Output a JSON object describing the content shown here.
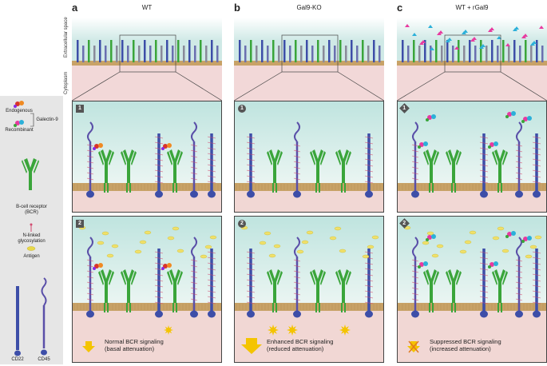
{
  "panels": [
    {
      "letter": "a",
      "title": "WT",
      "step1": "1",
      "step2": "2",
      "caption_line1": "Normal BCR signaling",
      "caption_line2": "(basal attenuation)"
    },
    {
      "letter": "b",
      "title": "Gal9-KO",
      "step1": "1",
      "step2": "2",
      "caption_line1": "Enhanced BCR signaling",
      "caption_line2": "(reduced attenuation)"
    },
    {
      "letter": "c",
      "title": "WT + rGal9",
      "step1": "1",
      "step2": "2",
      "caption_line1": "Suppressed BCR signaling",
      "caption_line2": "(increased attenuation)"
    }
  ],
  "side_labels": {
    "extracellular": "Extracellular space",
    "cytoplasm": "Cytoplasm"
  },
  "legend": {
    "endogenous": "Endogenous",
    "recombinant": "Recombinant",
    "galectin": "Galectin-9",
    "bcr_line1": "B-cell receptor",
    "bcr_line2": "(BCR)",
    "glyco_line1": "N-linked",
    "glyco_line2": "glycosylation",
    "antigen": "Antigen",
    "cd22": "CD22",
    "cd45": "CD45"
  },
  "colors": {
    "bcr": "#3aa53a",
    "cd22": "#3d4ea8",
    "cd45": "#5a4fa8",
    "membrane": "#c8a267",
    "extracellular_top": "#cfe9e6",
    "cytoplasm": "#efd2d2",
    "galectin_endogenous": "#d9342b",
    "galectin_recombinant": "#2bb0d9",
    "antigen": "#e8d84a",
    "signal": "#f4c400"
  }
}
